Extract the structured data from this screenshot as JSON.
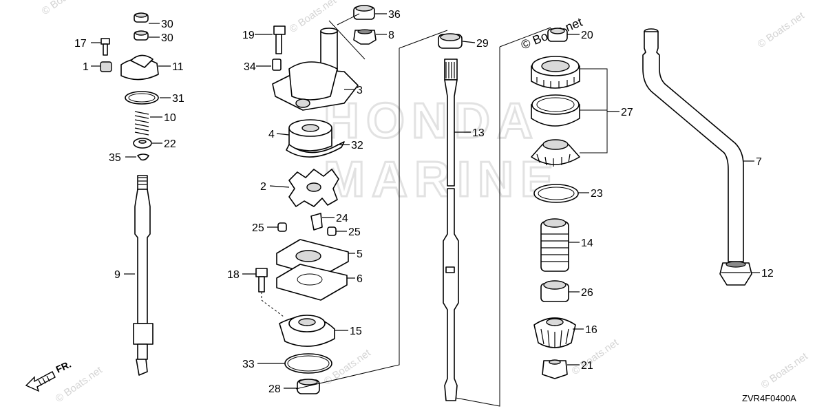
{
  "diagram": {
    "code": "ZVR4F0400A",
    "direction_label": "FR.",
    "watermark": "© Boats.net",
    "brand_lines": [
      "HONDA",
      "MARINE"
    ],
    "callouts": [
      "30",
      "30",
      "17",
      "11",
      "1",
      "31",
      "10",
      "22",
      "35",
      "9",
      "19",
      "34",
      "36",
      "8",
      "3",
      "4",
      "32",
      "2",
      "24",
      "25",
      "25",
      "5",
      "18",
      "6",
      "15",
      "33",
      "28",
      "29",
      "13",
      "20",
      "27",
      "23",
      "14",
      "26",
      "16",
      "21",
      "7",
      "12"
    ]
  }
}
